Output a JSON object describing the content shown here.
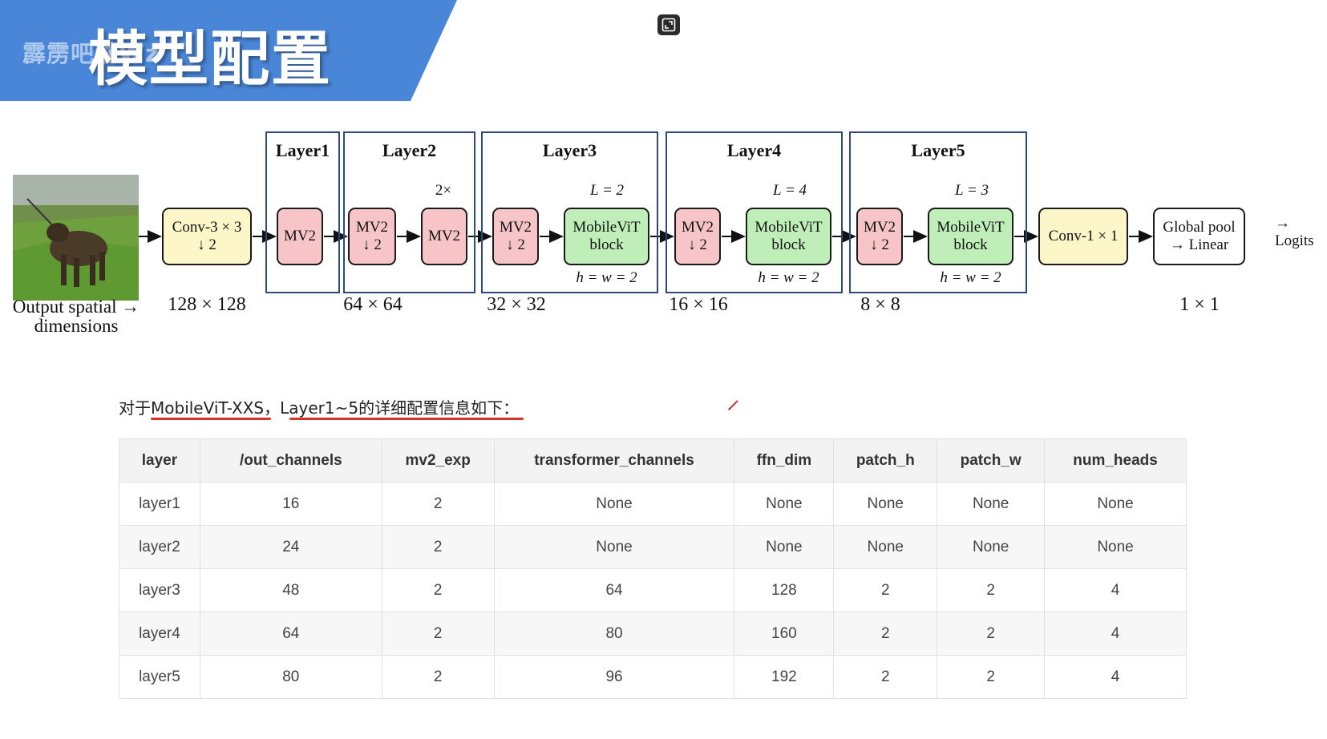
{
  "header": {
    "title": "模型配置",
    "watermark": "霹雳吧啦Wz",
    "colors": {
      "banner": "#4a86d8",
      "title_text": "#ffffff"
    }
  },
  "toolbar": {
    "expand_icon": "expand-icon"
  },
  "diagram": {
    "layers": [
      "Layer1",
      "Layer2",
      "Layer3",
      "Layer4",
      "Layer5"
    ],
    "blocks": {
      "conv3_line1": "Conv-3 × 3",
      "conv3_line2": "↓ 2",
      "mv2": "MV2",
      "mv2_down": "↓ 2",
      "mobilevit_line1": "MobileViT",
      "mobilevit_line2": "block",
      "conv1": "Conv-1 × 1",
      "pool_line1": "Global pool",
      "pool_line2": "→ Linear",
      "logits": "→ Logits"
    },
    "annotations": {
      "repeat": "2×",
      "l2": "L = 2",
      "l4": "L = 4",
      "l3": "L = 3",
      "hw": "h = w = 2"
    },
    "output_label_line1": "Output spatial →",
    "output_label_line2": "dimensions",
    "dims": [
      "128 × 128",
      "64 × 64",
      "32 × 32",
      "16 × 16",
      "8 × 8",
      "1 × 1"
    ],
    "colors": {
      "yellow": "#fdf6c8",
      "pink": "#f7c5c7",
      "green": "#bfeeb9",
      "layer_border": "#2c4a7a"
    }
  },
  "caption": {
    "prefix": "对于",
    "model": "MobileViT-XXS",
    "sep": "，",
    "layers_text": "Layer1~5的详细配置信息如下",
    "suffix": "："
  },
  "table": {
    "headers": [
      "layer",
      "/out_channels",
      "mv2_exp",
      "transformer_channels",
      "ffn_dim",
      "patch_h",
      "patch_w",
      "num_heads"
    ],
    "rows": [
      [
        "layer1",
        "16",
        "2",
        "None",
        "None",
        "None",
        "None",
        "None"
      ],
      [
        "layer2",
        "24",
        "2",
        "None",
        "None",
        "None",
        "None",
        "None"
      ],
      [
        "layer3",
        "48",
        "2",
        "64",
        "128",
        "2",
        "2",
        "4"
      ],
      [
        "layer4",
        "64",
        "2",
        "80",
        "160",
        "2",
        "2",
        "4"
      ],
      [
        "layer5",
        "80",
        "2",
        "96",
        "192",
        "2",
        "2",
        "4"
      ]
    ]
  }
}
